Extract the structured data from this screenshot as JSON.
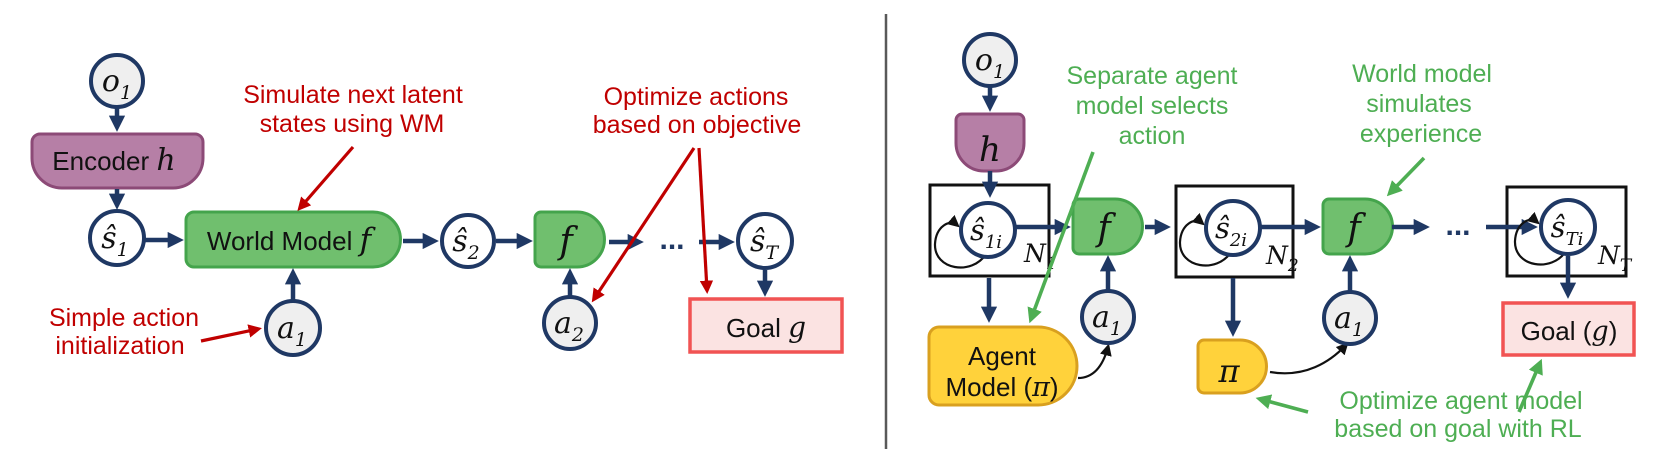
{
  "left": {
    "o1": {
      "base": "o",
      "sub": "1"
    },
    "encoder": {
      "label": "Encoder ",
      "math": "h"
    },
    "s1": {
      "base": "ŝ",
      "sub": "1"
    },
    "wm": {
      "label": "World Model ",
      "math": "f"
    },
    "a1": {
      "base": "a",
      "sub": "1"
    },
    "s2": {
      "base": "ŝ",
      "sub": "2"
    },
    "f": "f",
    "a2": {
      "base": "a",
      "sub": "2"
    },
    "dots": "...",
    "sT": {
      "base": "ŝ",
      "sub": "T"
    },
    "goal": {
      "label": "Goal ",
      "math": "g"
    },
    "ann": {
      "simulate1": "Simulate next latent",
      "simulate2": "states using WM",
      "optimize1": "Optimize actions",
      "optimize2": "based on objective",
      "simple1": "Simple action",
      "simple2": "initialization"
    }
  },
  "right": {
    "o1": {
      "base": "o",
      "sub": "1"
    },
    "h": "h",
    "s1i": {
      "base": "ŝ",
      "sub": "1i"
    },
    "n1": {
      "base": "N",
      "sub": "1"
    },
    "agent": {
      "line1": "Agent",
      "line2pre": "Model (",
      "line2math": "π",
      "line2post": ")"
    },
    "a1a": {
      "base": "a",
      "sub": "1"
    },
    "f1": "f",
    "s2i": {
      "base": "ŝ",
      "sub": "2i"
    },
    "n2": {
      "base": "N",
      "sub": "2"
    },
    "pi": "π",
    "a1b": {
      "base": "a",
      "sub": "1"
    },
    "f2": "f",
    "dots": "...",
    "sTi": {
      "base": "ŝ",
      "sub": "Ti"
    },
    "nT": {
      "base": "N",
      "sub": "T"
    },
    "goal": {
      "pre": "Goal (",
      "math": "g",
      "post": ")"
    },
    "ann": {
      "separate1": "Separate agent",
      "separate2": "model selects",
      "separate3": "action",
      "world1": "World model",
      "world2": "simulates",
      "world3": "experience",
      "optimize1": "Optimize agent model",
      "optimize2": "based on goal with RL"
    }
  },
  "colors": {
    "navy": "#1F3864",
    "gray-fill": "#EFEFEF",
    "purple-fill": "#B67FA6",
    "purple-stroke": "#8C4A77",
    "green-fill": "#70BF6E",
    "green-stroke": "#44A44C",
    "yellow-fill": "#FFD23B",
    "yellow-stroke": "#D9A01F",
    "pink-fill": "#FBE3E2",
    "pink-stroke": "#F15353",
    "red-ann": "#C00000",
    "green-ann": "#4EAE53",
    "ink": "#111111",
    "divider": "#595959"
  }
}
